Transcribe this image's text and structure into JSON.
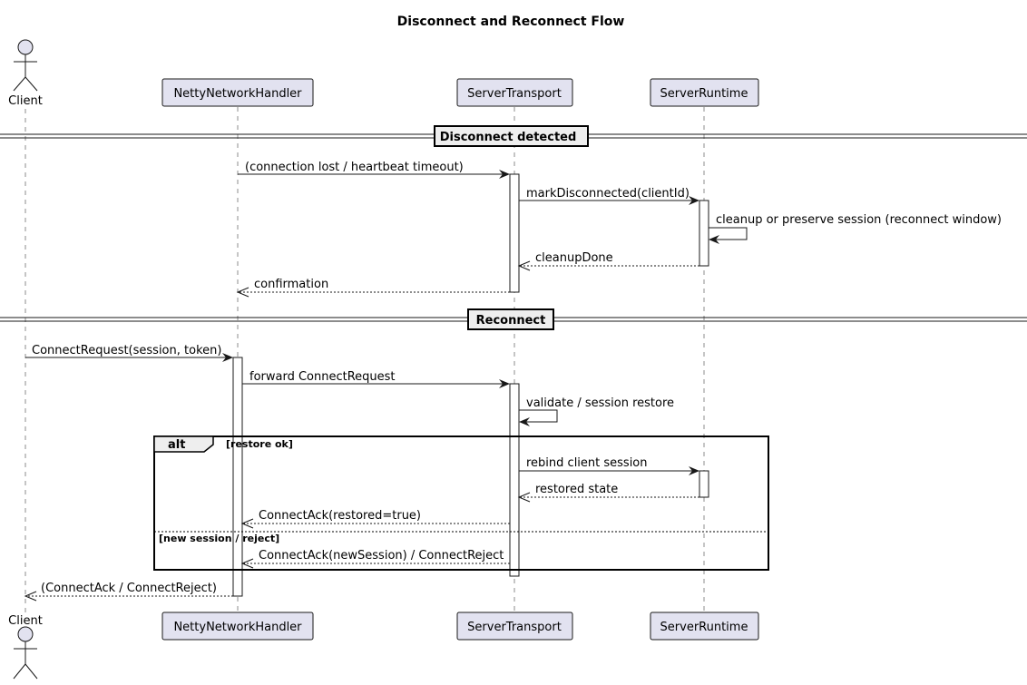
{
  "title": "Disconnect and Reconnect Flow",
  "participants": {
    "client": "Client",
    "netty": "NettyNetworkHandler",
    "transport": "ServerTransport",
    "runtime": "ServerRuntime"
  },
  "dividers": {
    "disconnect": "Disconnect detected",
    "reconnect": "Reconnect"
  },
  "messages": {
    "m1": "(connection lost / heartbeat timeout)",
    "m2": "markDisconnected(clientId)",
    "m3": "cleanup or preserve session (reconnect window)",
    "m4": "cleanupDone",
    "m5": "confirmation",
    "m6": "ConnectRequest(session, token)",
    "m7": "forward ConnectRequest",
    "m8": "validate / session restore",
    "m9": "rebind client session",
    "m10": "restored state",
    "m11": "ConnectAck(restored=true)",
    "m12": "ConnectAck(newSession) / ConnectReject",
    "m13": "(ConnectAck / ConnectReject)"
  },
  "alt": {
    "keyword": "alt",
    "guard1": "[restore ok]",
    "guard2": "[new session / reject]"
  },
  "colors": {
    "participant_fill": "#E2E2F0",
    "line": "#181818"
  }
}
